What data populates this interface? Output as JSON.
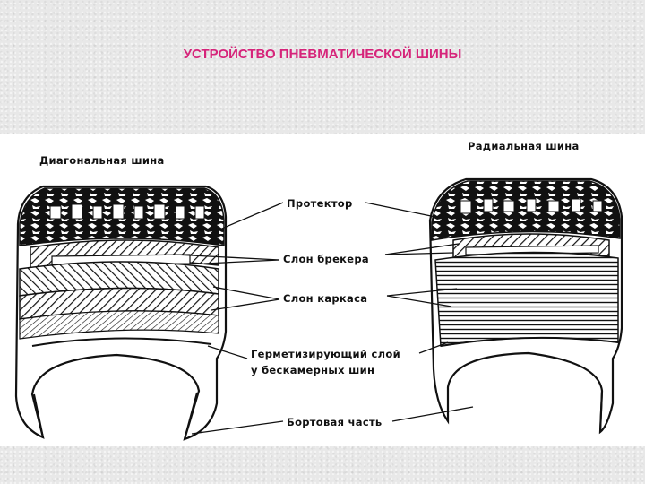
{
  "slide": {
    "title": "УСТРОЙСТВО ПНЕВМАТИЧЕСКОЙ ШИНЫ",
    "title_color": "#d6247a"
  },
  "figure": {
    "left_tire_title": "Диагональная шина",
    "right_tire_title": "Радиальная шина",
    "labels": {
      "tread": "Протектор",
      "breaker": "Слон брекера",
      "carcass": "Слон каркаса",
      "sealing_line1": "Герметизирующий слой",
      "sealing_line2": "у бескамерных шин",
      "bead": "Бортовая часть"
    }
  }
}
